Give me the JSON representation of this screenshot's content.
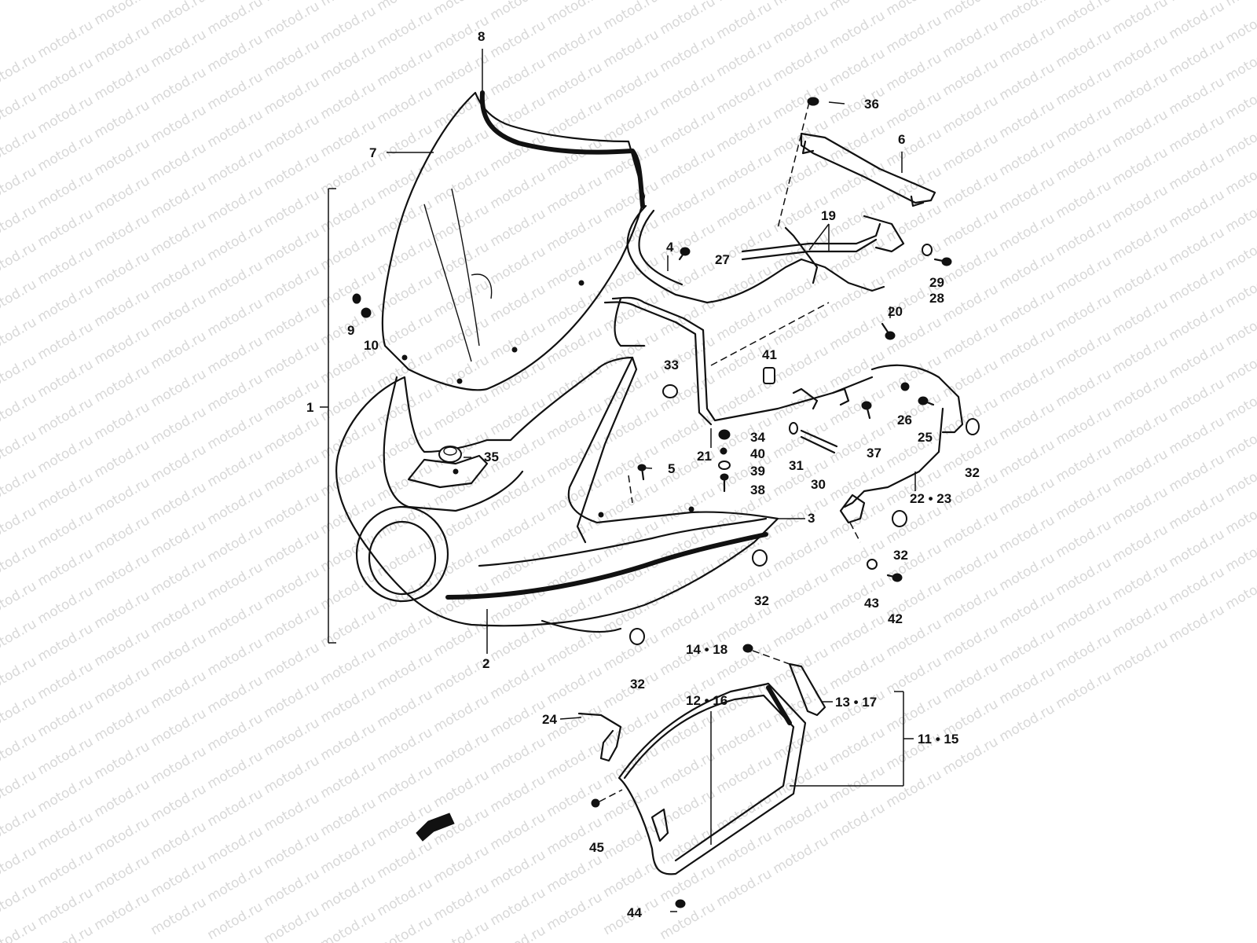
{
  "watermark": "motod.ru",
  "callouts": {
    "c1": "1",
    "c2": "2",
    "c3": "3",
    "c4": "4",
    "c5": "5",
    "c6": "6",
    "c7": "7",
    "c8": "8",
    "c9": "9",
    "c10": "10",
    "c11_15": "11 • 15",
    "c12_16": "12 • 16",
    "c13_17": "13 • 17",
    "c14_18": "14 • 18",
    "c19": "19",
    "c20": "20",
    "c21": "21",
    "c22_23": "22 • 23",
    "c24": "24",
    "c25": "25",
    "c26": "26",
    "c27": "27",
    "c28": "28",
    "c29": "29",
    "c30": "30",
    "c31": "31",
    "c32a": "32",
    "c32b": "32",
    "c32c": "32",
    "c32d": "32",
    "c33": "33",
    "c34": "34",
    "c35": "35",
    "c36": "36",
    "c37": "37",
    "c38": "38",
    "c39": "39",
    "c40": "40",
    "c41": "41",
    "c42": "42",
    "c43": "43",
    "c44": "44",
    "c45": "45"
  }
}
